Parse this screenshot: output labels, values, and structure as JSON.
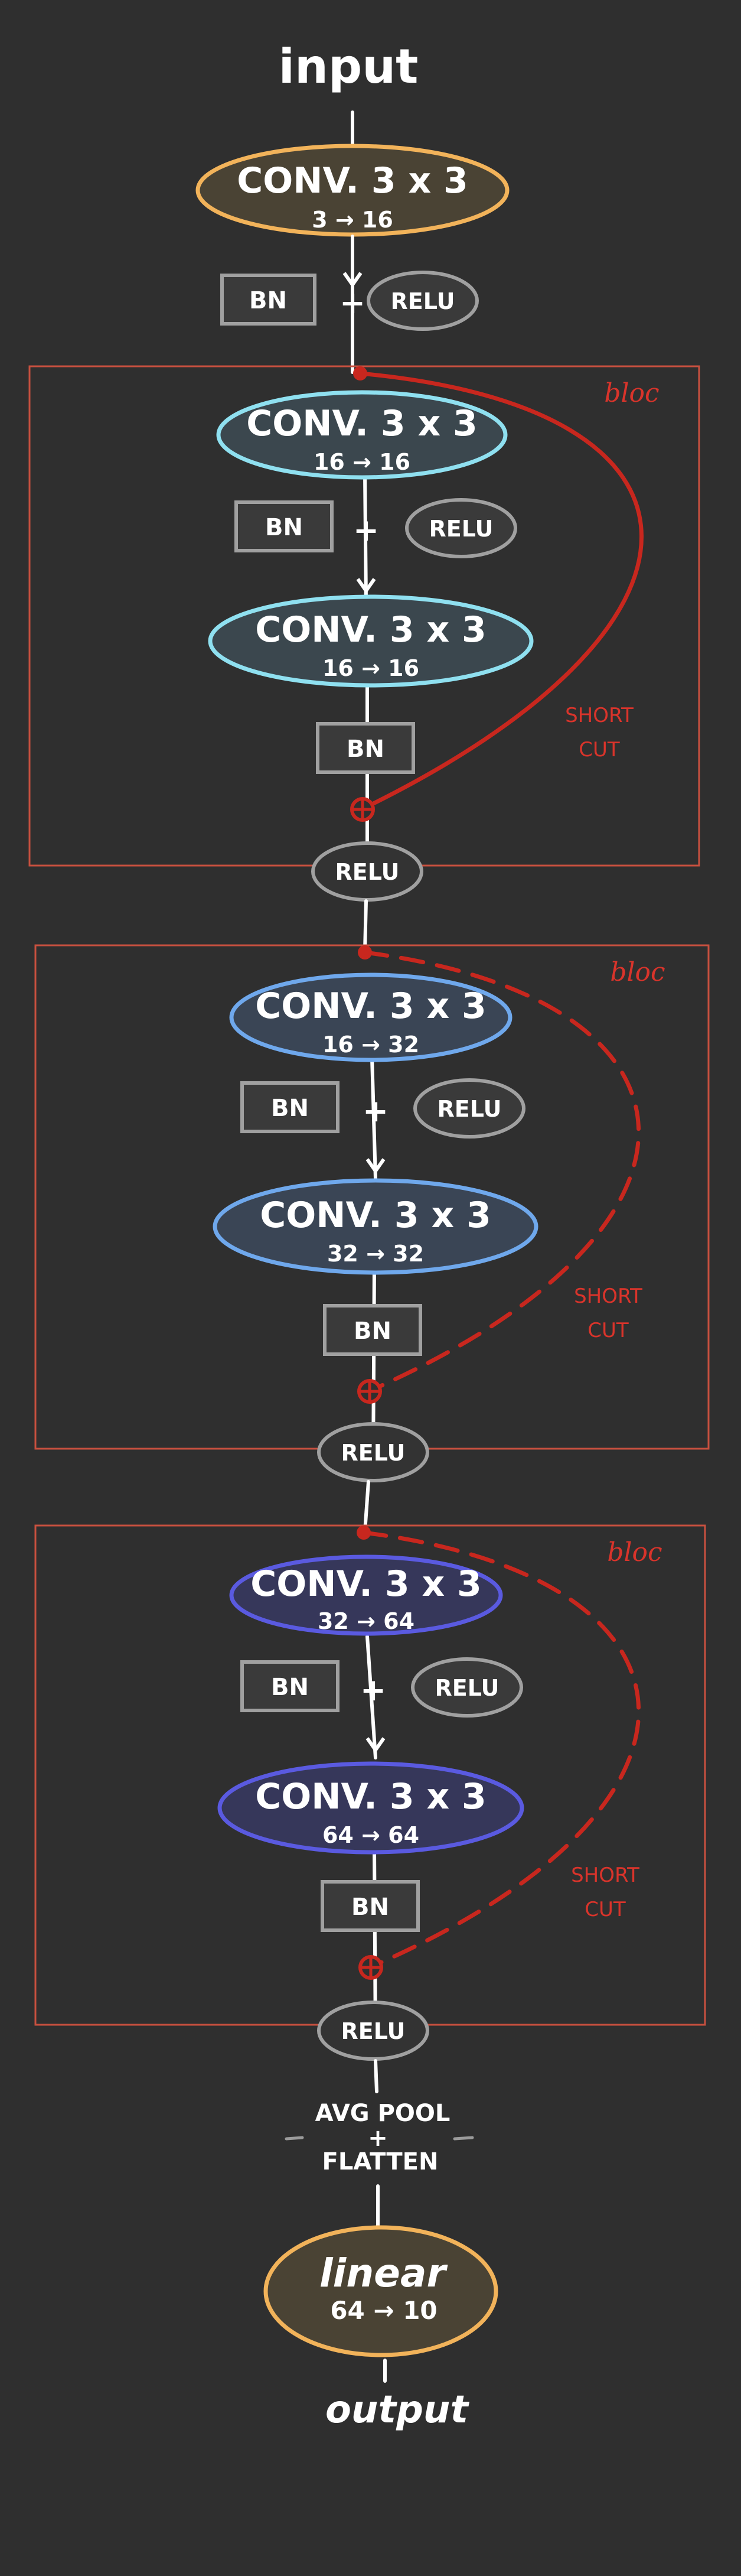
{
  "labels": {
    "input": "input",
    "output": "output",
    "avgpool_line1": "AVG POOL",
    "avgpool_line2": "+",
    "avgpool_line3": "FLATTEN"
  },
  "conv_first": {
    "title": "CONV.  3 x 3",
    "dims": "3 → 16"
  },
  "head_bn": "BN",
  "head_plus": "+",
  "head_relu": "RELU",
  "blocks": [
    {
      "label": "bloc",
      "shortcut_line1": "SHORT",
      "shortcut_line2": "CUT",
      "conv1": {
        "title": "CONV.  3 x 3",
        "dims": "16 → 16"
      },
      "conv2": {
        "title": "CONV.  3 x 3",
        "dims": "16 → 16"
      },
      "bn_mid": "BN",
      "plus": "+",
      "relu_mid": "RELU",
      "bn_end": "BN",
      "relu_out": "RELU"
    },
    {
      "label": "bloc",
      "shortcut_line1": "SHORT",
      "shortcut_line2": "CUT",
      "conv1": {
        "title": "CONV.  3 x 3",
        "dims": "16 → 32"
      },
      "conv2": {
        "title": "CONV.  3 x 3",
        "dims": "32 → 32"
      },
      "bn_mid": "BN",
      "plus": "+",
      "relu_mid": "RELU",
      "bn_end": "BN",
      "relu_out": "RELU"
    },
    {
      "label": "bloc",
      "shortcut_line1": "SHORT",
      "shortcut_line2": "CUT",
      "conv1": {
        "title": "CONV.  3 x 3",
        "dims": "32 → 64"
      },
      "conv2": {
        "title": "CONV.  3 x 3",
        "dims": "64 → 64"
      },
      "bn_mid": "BN",
      "plus": "+",
      "relu_mid": "RELU",
      "bn_end": "BN",
      "relu_out": "RELU"
    }
  ],
  "linear": {
    "title": "linear",
    "dims": "64 → 10"
  },
  "colors": {
    "background": "#2f2f2f",
    "first_conv_border": "#f2b35a",
    "block1_border": "#8fe0f0",
    "block2_border": "#6fa8ec",
    "block3_border": "#5a5ae0",
    "linear_border": "#f2b35a",
    "shortcut": "#c8271e",
    "bloc_frame": "#c8503f",
    "bn_border": "#a0a0a0",
    "relu_border": "#a0a0a0"
  }
}
